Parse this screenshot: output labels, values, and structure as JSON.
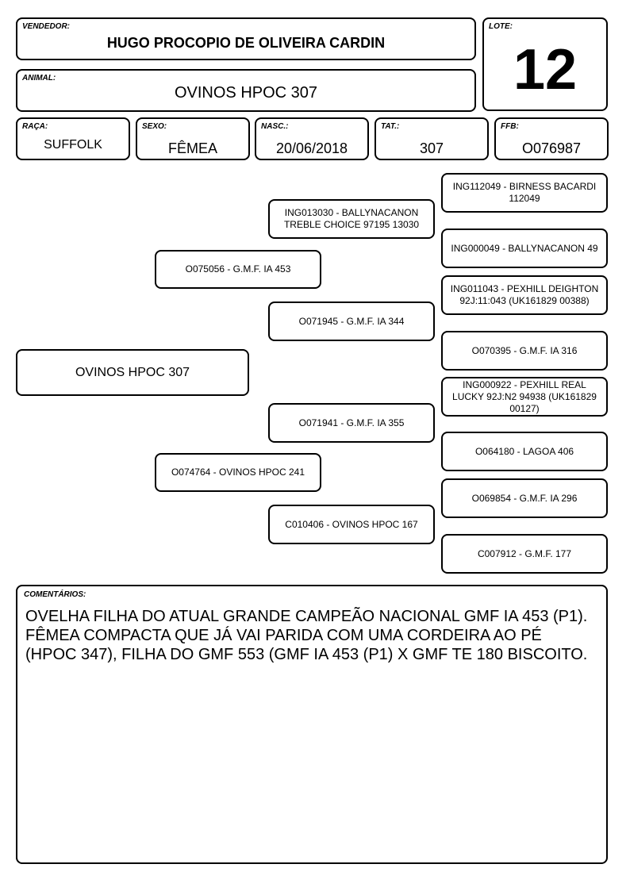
{
  "header": {
    "vendedor_label": "VENDEDOR:",
    "vendedor_value": "HUGO PROCOPIO DE OLIVEIRA CARDIN",
    "animal_label": "ANIMAL:",
    "animal_value": "OVINOS HPOC 307",
    "lote_label": "LOTE:",
    "lote_value": "12"
  },
  "info": {
    "raca_label": "RAÇA:",
    "raca_value": "SUFFOLK",
    "sexo_label": "SEXO:",
    "sexo_value": "FÊMEA",
    "nasc_label": "NASC.:",
    "nasc_value": "20/06/2018",
    "tat_label": "TAT.:",
    "tat_value": "307",
    "ffb_label": "FFB:",
    "ffb_value": "O076987"
  },
  "pedigree": {
    "animal": "OVINOS HPOC 307",
    "sire": "O075056 - G.M.F. IA 453",
    "dam": "O074764 - OVINOS HPOC 241",
    "sire_sire": "ING013030 - BALLYNACANON TREBLE CHOICE 97195 13030",
    "sire_dam": "O071945 - G.M.F. IA 344",
    "dam_sire": "O071941 - G.M.F. IA 355",
    "dam_dam": "C010406 - OVINOS HPOC 167",
    "ss_sire": "ING112049 - BIRNESS BACARDI 112049",
    "ss_dam": "ING000049 - BALLYNACANON 49",
    "sd_sire": "ING011043 - PEXHILL DEIGHTON 92J:11:043 (UK161829 00388)",
    "sd_dam": "O070395 - G.M.F. IA 316",
    "ds_sire": "ING000922 - PEXHILL REAL LUCKY 92J:N2 94938 (UK161829 00127)",
    "ds_dam": "O064180 - LAGOA 406",
    "dd_sire": "O069854 - G.M.F. IA 296",
    "dd_dam": "C007912 - G.M.F. 177"
  },
  "comments": {
    "label": "COMENTÁRIOS:",
    "text": "OVELHA FILHA DO ATUAL GRANDE CAMPEÃO NACIONAL GMF IA 453 (P1).\nFÊMEA COMPACTA QUE JÁ VAI PARIDA COM UMA CORDEIRA AO PÉ (HPOC 347), FILHA DO GMF 553 (GMF IA 453 (P1) X GMF TE 180 BISCOITO."
  }
}
